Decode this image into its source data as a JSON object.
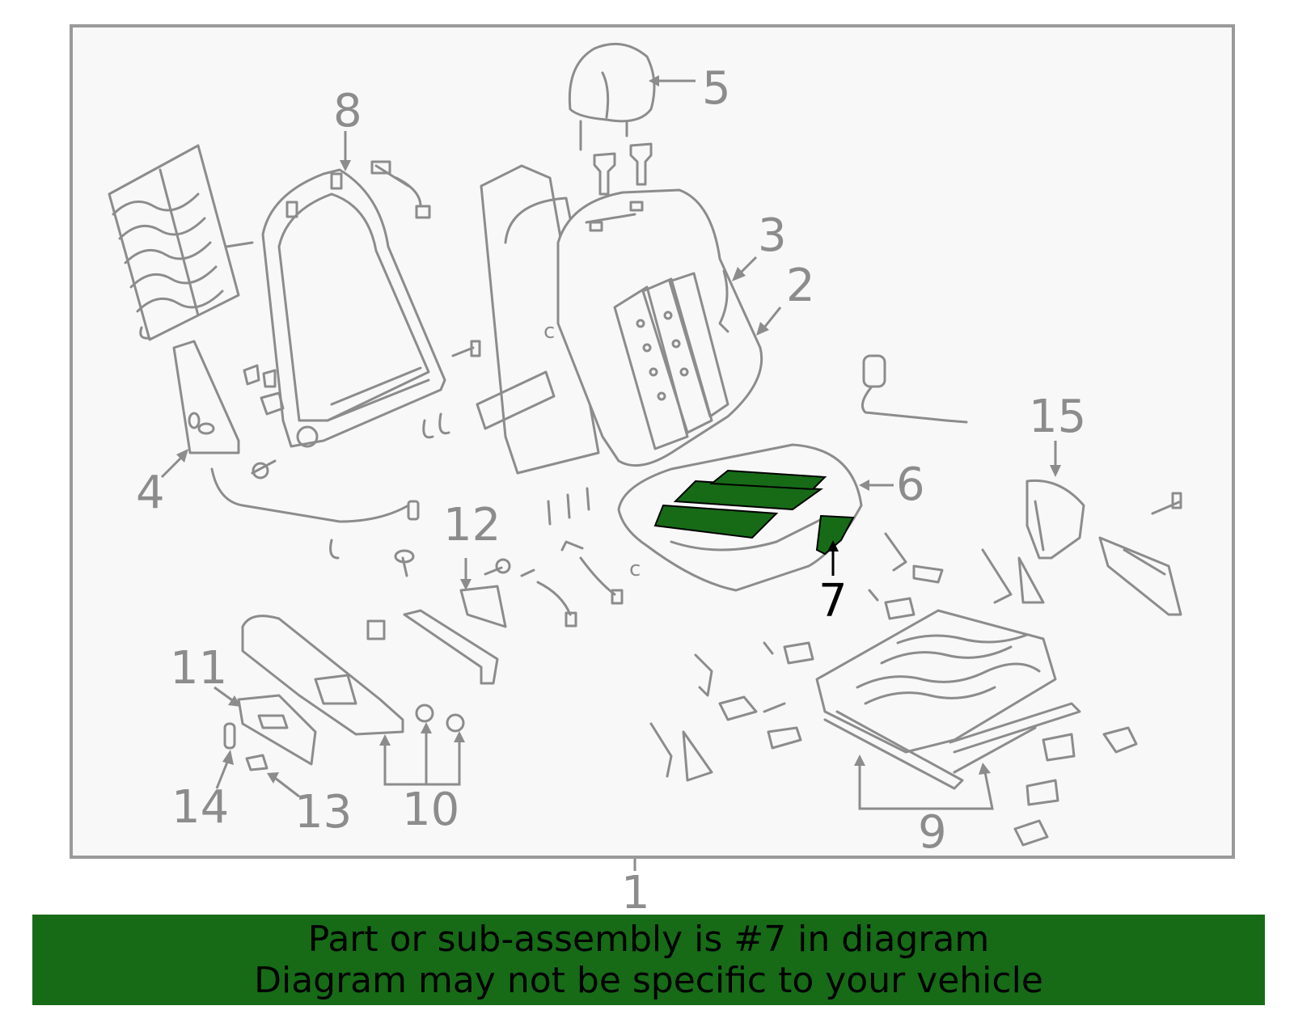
{
  "diagram": {
    "callouts": {
      "c1": "1",
      "c2": "2",
      "c3": "3",
      "c4": "4",
      "c5": "5",
      "c6": "6",
      "c7": "7",
      "c8": "8",
      "c9": "9",
      "c10": "10",
      "c11": "11",
      "c12": "12",
      "c13": "13",
      "c14": "14",
      "c15": "15"
    },
    "highlighted_part": "7",
    "colors": {
      "line": "#8c8c8c",
      "highlight": "#176b17",
      "frame_bg": "#f8f8f8"
    }
  },
  "banner": {
    "line1": "Part or sub-assembly is #7 in diagram",
    "line2": "Diagram may not be specific to your vehicle",
    "background": "#176b17"
  }
}
